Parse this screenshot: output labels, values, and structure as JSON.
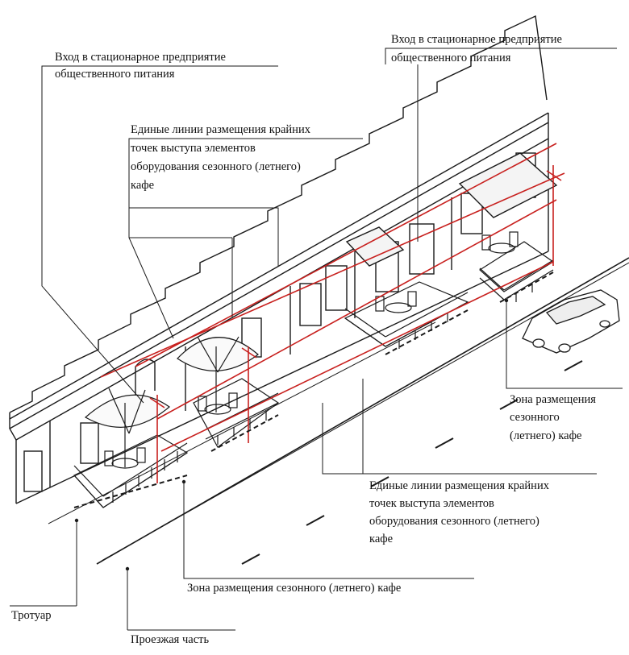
{
  "colors": {
    "ink": "#1a1a1a",
    "accent": "#c8201e",
    "paper": "#ffffff"
  },
  "labels": {
    "entrance_left": [
      "Вход в стационарное предприятие",
      "общественного питания"
    ],
    "entrance_right": [
      "Вход в стационарное предприятие",
      "общественного питания"
    ],
    "lines_top": [
      "Единые линии размещения крайних",
      "точек выступа элементов",
      "оборудования сезонного (летнего)",
      "кафе"
    ],
    "lines_bottom": [
      "Единые линии размещения крайних",
      "точек выступа элементов",
      "оборудования сезонного (летнего)",
      "кафе"
    ],
    "zone_right": [
      "Зона размещения",
      "сезонного",
      "(летнего) кафе"
    ],
    "zone_bottom": "Зона размещения сезонного (летнего) кафе",
    "sidewalk": "Тротуар",
    "roadway": "Проезжая часть"
  }
}
